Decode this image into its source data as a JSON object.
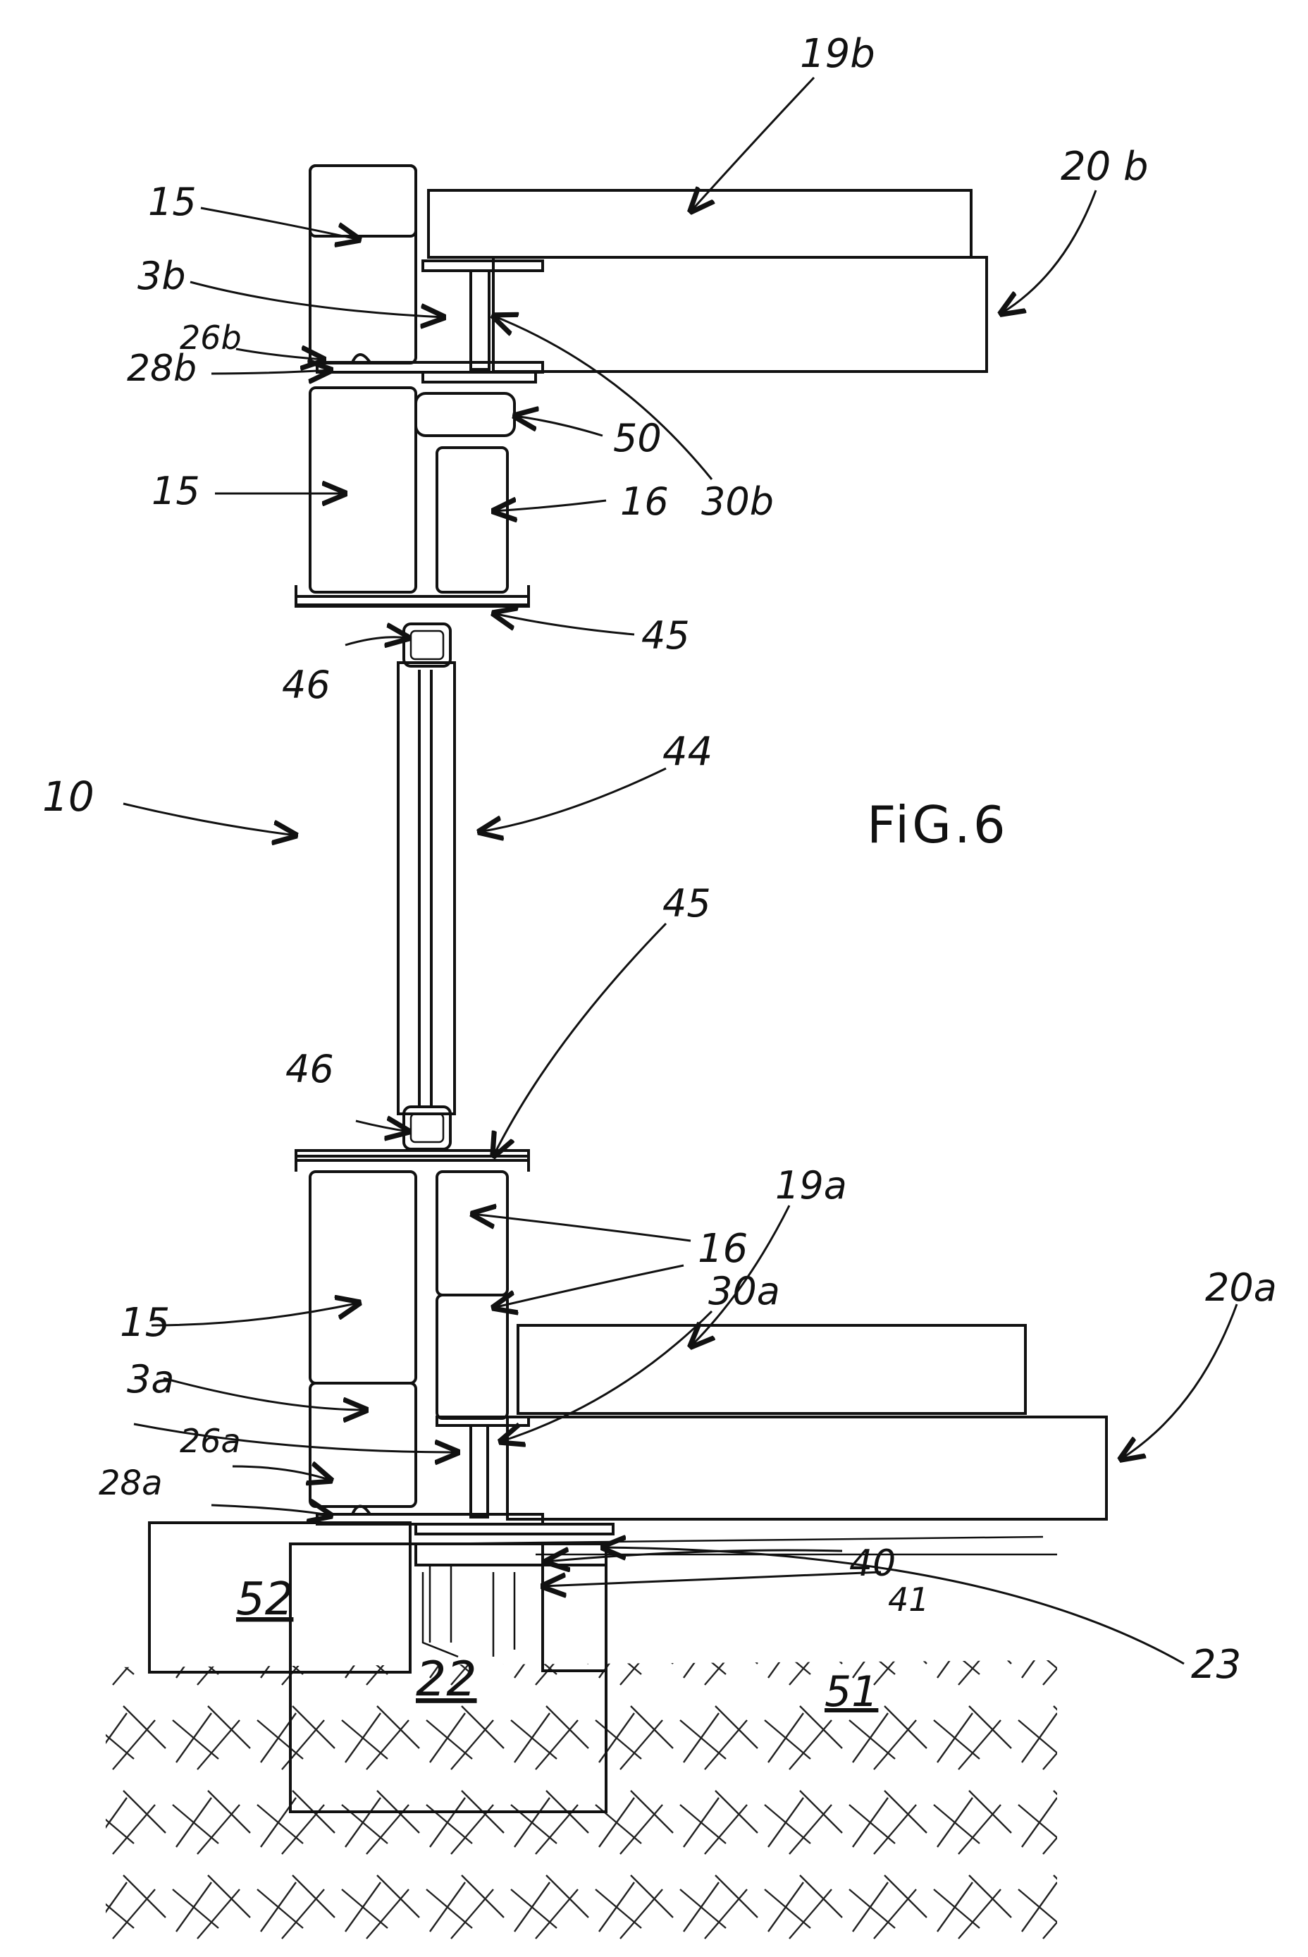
{
  "figure": {
    "title": "FiG.6"
  },
  "labels": [
    {
      "id": "lbl-19b",
      "text": "19b"
    },
    {
      "id": "lbl-20b",
      "text": "20 b"
    },
    {
      "id": "lbl-15-top",
      "text": "15"
    },
    {
      "id": "lbl-3b",
      "text": "3b"
    },
    {
      "id": "lbl-26b",
      "text": "26b"
    },
    {
      "id": "lbl-28b",
      "text": "28b"
    },
    {
      "id": "lbl-50",
      "text": "50"
    },
    {
      "id": "lbl-30b",
      "text": "30b"
    },
    {
      "id": "lbl-15-mid",
      "text": "15"
    },
    {
      "id": "lbl-16-top",
      "text": "16"
    },
    {
      "id": "lbl-45-top",
      "text": "45"
    },
    {
      "id": "lbl-46-top",
      "text": "46"
    },
    {
      "id": "lbl-44",
      "text": "44"
    },
    {
      "id": "lbl-10",
      "text": "10"
    },
    {
      "id": "lbl-45-low",
      "text": "45"
    },
    {
      "id": "lbl-46-low",
      "text": "46"
    },
    {
      "id": "lbl-19a",
      "text": "19a"
    },
    {
      "id": "lbl-16-low",
      "text": "16"
    },
    {
      "id": "lbl-30a",
      "text": "30a"
    },
    {
      "id": "lbl-20a",
      "text": "20a"
    },
    {
      "id": "lbl-15-low",
      "text": "15"
    },
    {
      "id": "lbl-3a",
      "text": "3a"
    },
    {
      "id": "lbl-26a",
      "text": "26a"
    },
    {
      "id": "lbl-28a",
      "text": "28a"
    },
    {
      "id": "lbl-52",
      "text": "52"
    },
    {
      "id": "lbl-40",
      "text": "40"
    },
    {
      "id": "lbl-41",
      "text": "41"
    },
    {
      "id": "lbl-23",
      "text": "23"
    },
    {
      "id": "lbl-22",
      "text": "22"
    },
    {
      "id": "lbl-51",
      "text": "51"
    }
  ],
  "colors": {
    "ink": "#111111",
    "paper": "#ffffff"
  }
}
